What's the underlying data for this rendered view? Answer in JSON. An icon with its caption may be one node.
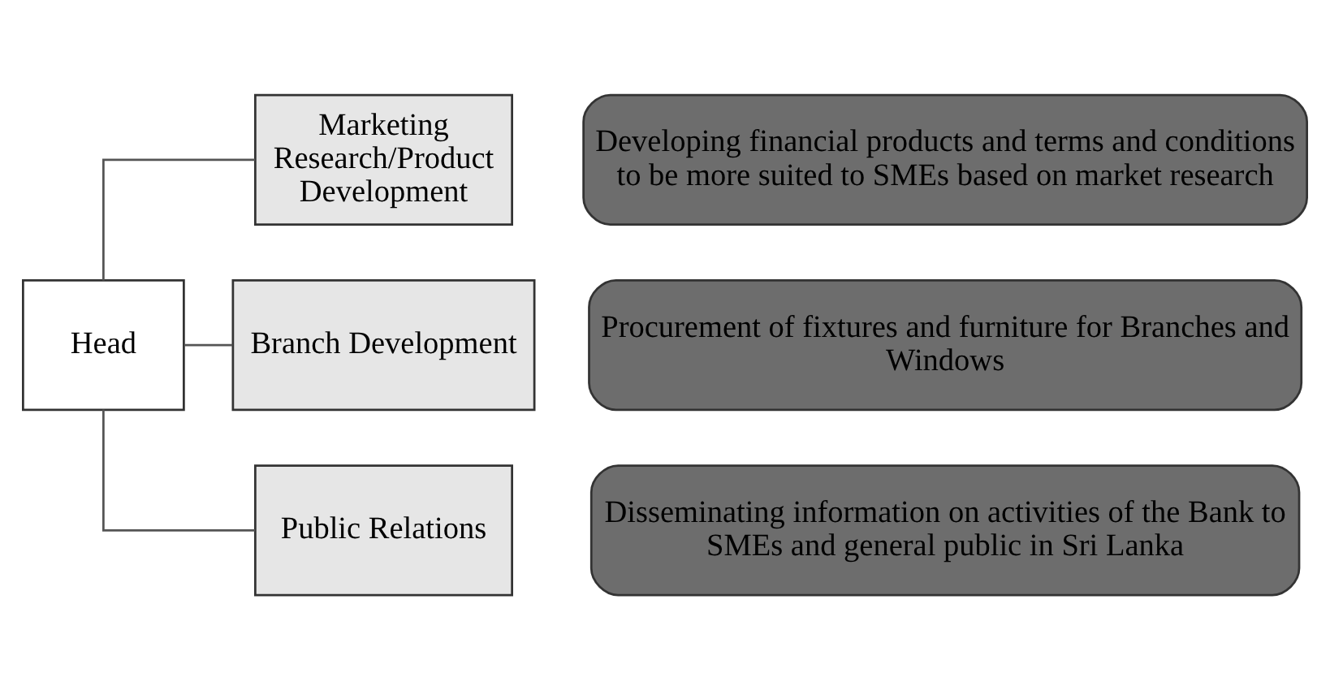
{
  "diagram": {
    "nodes": [
      {
        "text": [
          "Head"
        ]
      },
      {
        "text": [
          "Marketing Research/Product Development"
        ]
      },
      {
        "text": [
          "Developing financial products and terms and conditions to be more suited to SMEs based on market research"
        ]
      },
      {
        "text": [
          "Branch Development"
        ]
      },
      {
        "text": [
          "Procurement of fixtures and furniture for Branches and Windows"
        ]
      },
      {
        "text": [
          "Public Relations"
        ]
      },
      {
        "text": [
          "Disseminating information on activities of the Bank to SMEs and general public in Sri Lanka"
        ]
      }
    ],
    "edges": [
      {
        "from": 0,
        "to": 1,
        "arrow": "none"
      },
      {
        "from": 0,
        "to": 3,
        "arrow": "none"
      },
      {
        "from": 0,
        "to": 5,
        "arrow": "none"
      }
    ]
  }
}
